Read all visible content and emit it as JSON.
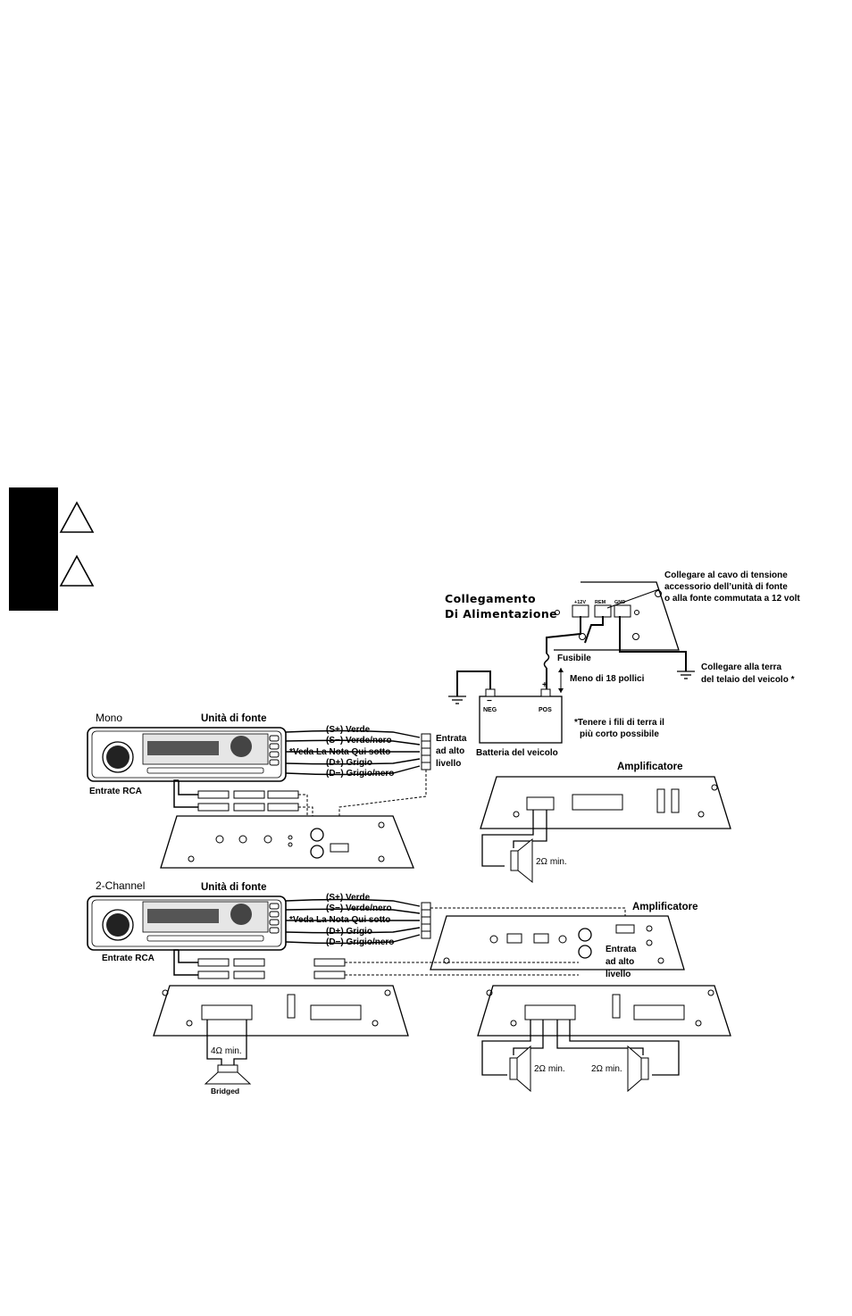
{
  "power": {
    "title_line1": "Collegamento",
    "title_line2": "Di Alimentazione",
    "terminal_12v": "+12V",
    "terminal_rem": "REM",
    "terminal_gnd": "GND",
    "remote_note_line1": "Collegare al cavo di tensione",
    "remote_note_line2": "accessorio dell’unità di fonte",
    "remote_note_line3": "o alla fonte commutata a 12 volt",
    "fuse_label": "Fusibile",
    "distance_label": "Meno di 18 pollici",
    "ground_note_line1": "Collegare alla terra",
    "ground_note_line2": "del telaio del veicolo *",
    "neg_sign": "−",
    "pos_sign": "+",
    "neg_label": "NEG",
    "pos_label": "POS",
    "battery_label": "Batteria del veicolo",
    "ground_wire_note_line1": "*Tenere i fili di terra il",
    "ground_wire_note_line2": "più corto possibile"
  },
  "mono": {
    "section_label": "Mono",
    "source_unit_label": "Unità di fonte",
    "wire_sp": "(S+) Verde",
    "wire_sm": "(S−) Verde/nero",
    "wire_note": "*Veda La Nota Qui sotto",
    "wire_dp": "(D+) Grigio",
    "wire_dm": "(D−) Grigio/nero",
    "high_input_line1": "Entrata",
    "high_input_line2": "ad alto",
    "high_input_line3": "livello",
    "rca_label": "Entrate RCA",
    "amp_label": "Amplificatore",
    "impedance": "2Ω min."
  },
  "two_channel": {
    "section_label": "2-Channel",
    "source_unit_label": "Unità di fonte",
    "wire_sp": "(S+) Verde",
    "wire_sm": "(S−) Verde/nero",
    "wire_note": "*Veda La Nota Qui sotto",
    "wire_dp": "(D+) Grigio",
    "wire_dm": "(D−) Grigio/nero",
    "amp_label": "Amplificatore",
    "high_input_line1": "Entrata",
    "high_input_line2": "ad alto",
    "high_input_line3": "livello",
    "rca_label": "Entrate RCA",
    "bridged_impedance": "4Ω min.",
    "bridged_label": "Bridged",
    "left_impedance": "2Ω min.",
    "right_impedance": "2Ω min."
  }
}
